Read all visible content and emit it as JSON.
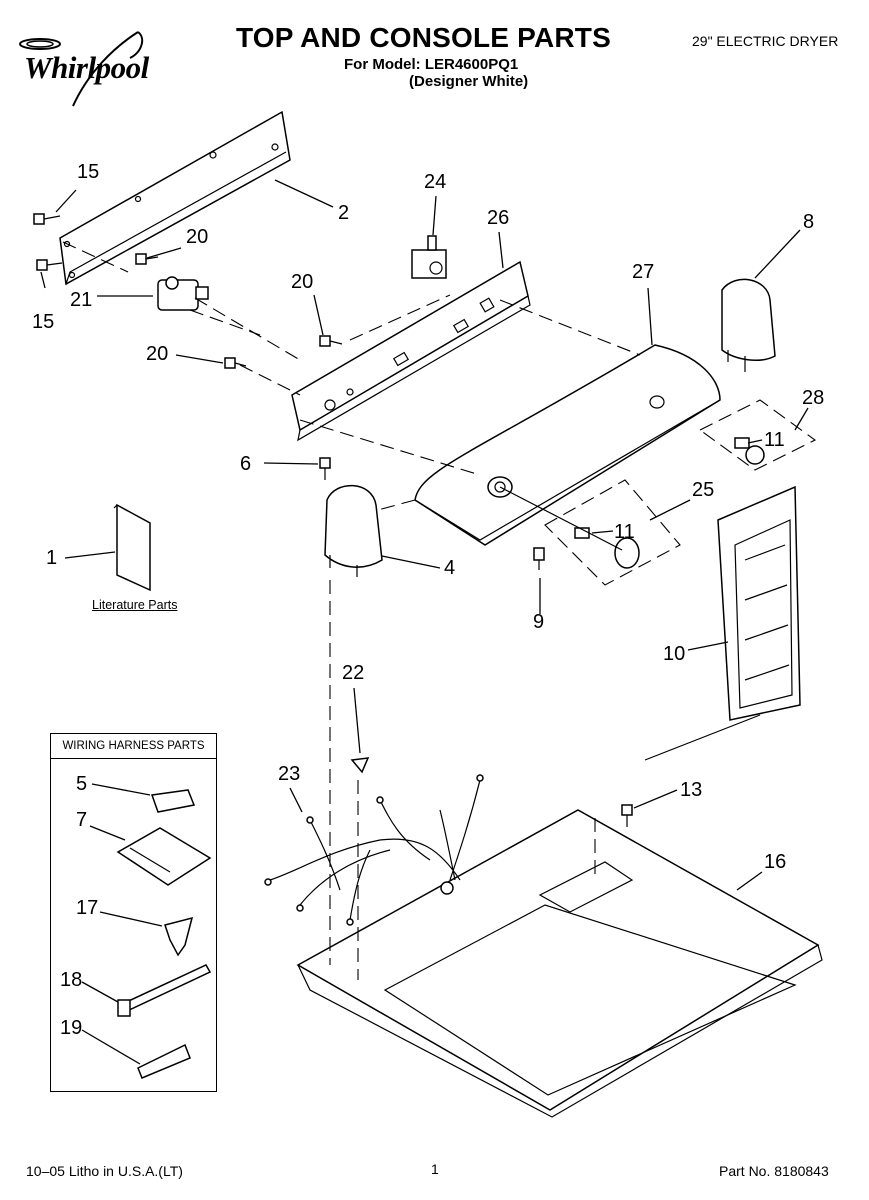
{
  "header": {
    "brand": "Whirlpool",
    "title": "TOP AND CONSOLE PARTS",
    "model_line": "For Model: LER4600PQ1",
    "color_line": "(Designer White)",
    "product": "29\" ELECTRIC DRYER"
  },
  "labels": {
    "literature": "Literature Parts",
    "harness_box_title": "WIRING HARNESS PARTS"
  },
  "callouts": {
    "c15a": "15",
    "c15b": "15",
    "c2": "2",
    "c24": "24",
    "c26": "26",
    "c8": "8",
    "c20a": "20",
    "c20b": "20",
    "c20c": "20",
    "c21": "21",
    "c27": "27",
    "c28": "28",
    "c11a": "11",
    "c11b": "11",
    "c6": "6",
    "c25": "25",
    "c1": "1",
    "c4": "4",
    "c9": "9",
    "c10": "10",
    "c22": "22",
    "c23": "23",
    "c13": "13",
    "c16": "16",
    "c5": "5",
    "c7": "7",
    "c17": "17",
    "c18": "18",
    "c19": "19"
  },
  "footer": {
    "litho": "10–05 Litho in U.S.A.(LT)",
    "page": "1",
    "part_no": "Part No. 8180843"
  }
}
